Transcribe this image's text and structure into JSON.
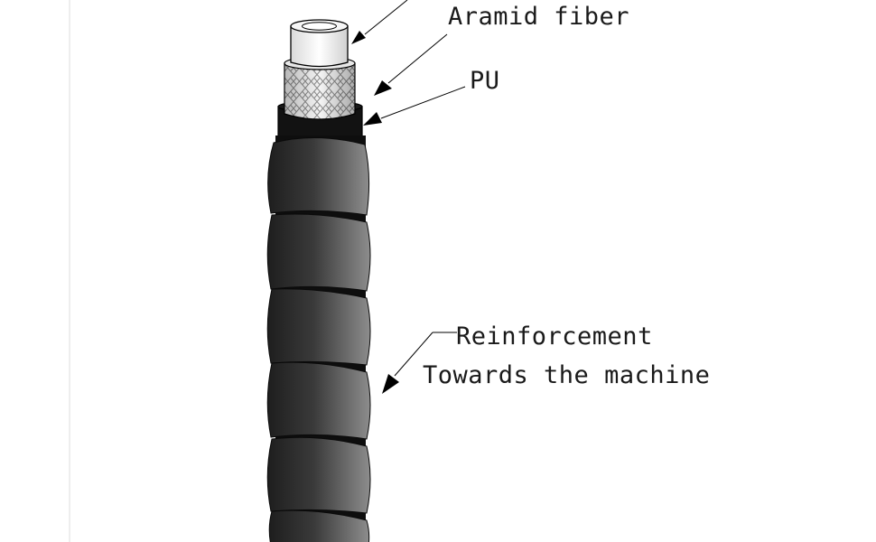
{
  "labels": {
    "aramid_fiber": "Aramid fiber",
    "pu": "PU",
    "reinforcement": "Reinforcement",
    "towards_machine": "Towards the machine"
  },
  "colors": {
    "background": "#ffffff",
    "sleeve_dark": "#1f1f1f",
    "sleeve_light": "#8a8a8a",
    "pu_layer": "#121212",
    "inner_tube": "#f2f2f2",
    "line": "#000000",
    "left_rule": "#dcdcdc"
  },
  "components": {
    "inner_tube": "inner-tube",
    "braid": "aramid-braid",
    "pu_jacket": "pu-jacket",
    "reinforcement_sleeve": "spiral-reinforcement-sleeve"
  }
}
